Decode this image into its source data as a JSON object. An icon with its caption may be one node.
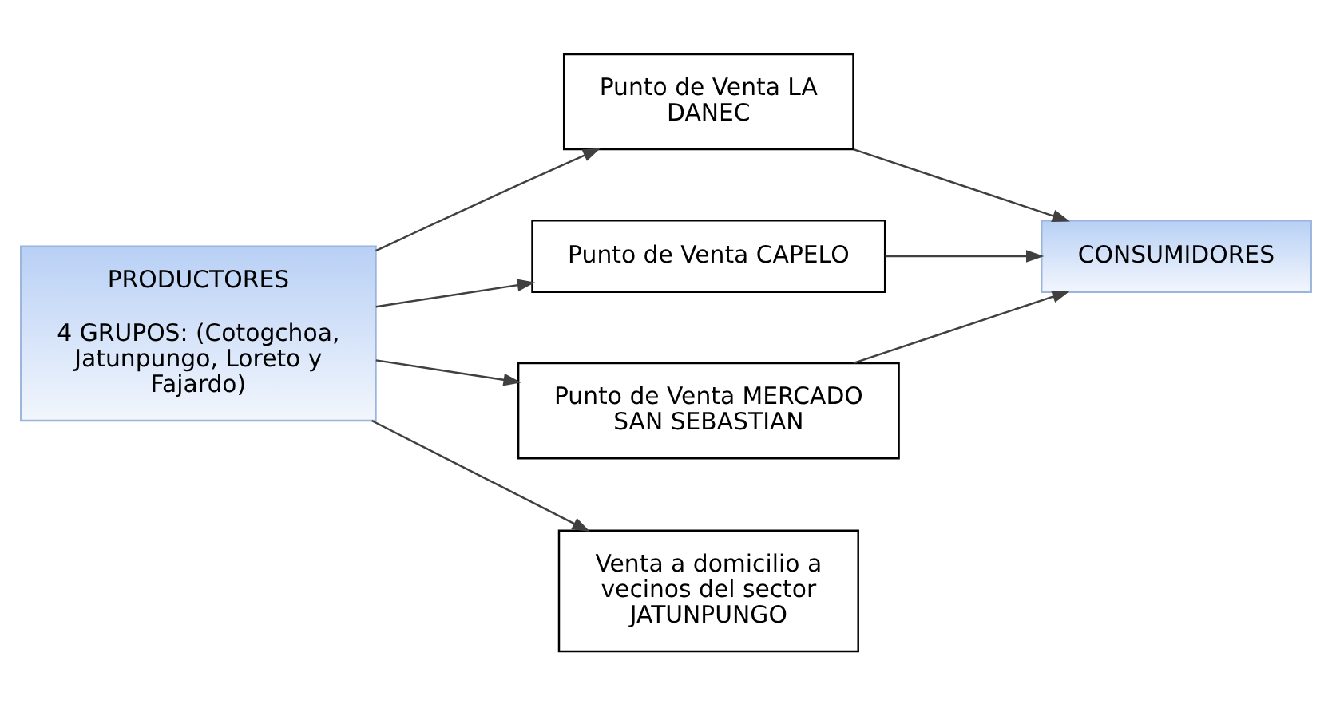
{
  "diagram": {
    "nodes": [
      {
        "text": [
          "PRODUCTORES",
          "4 GRUPOS: (Cotogchoa, Jatunpungo, Loreto y Fajardo)"
        ]
      },
      {
        "text": [
          "Punto de Venta LA DANEC"
        ]
      },
      {
        "text": [
          "Punto de Venta CAPELO"
        ]
      },
      {
        "text": [
          "Punto de Venta MERCADO SAN SEBASTIAN"
        ]
      },
      {
        "text": [
          "CONSUMIDORES"
        ]
      },
      {
        "text": [
          "Venta a domicilio a vecinos del sector JATUNPUNGO"
        ]
      }
    ],
    "edges": [
      {
        "from": 0,
        "to": 1,
        "arrow": "to"
      },
      {
        "from": 0,
        "to": 2,
        "arrow": "to"
      },
      {
        "from": 0,
        "to": 3,
        "arrow": "to"
      },
      {
        "from": 1,
        "to": 4,
        "arrow": "to"
      },
      {
        "from": 2,
        "to": 4,
        "arrow": "to"
      },
      {
        "from": 3,
        "to": 4,
        "arrow": "to"
      },
      {
        "from": 0,
        "to": 5,
        "arrow": "to"
      }
    ]
  }
}
